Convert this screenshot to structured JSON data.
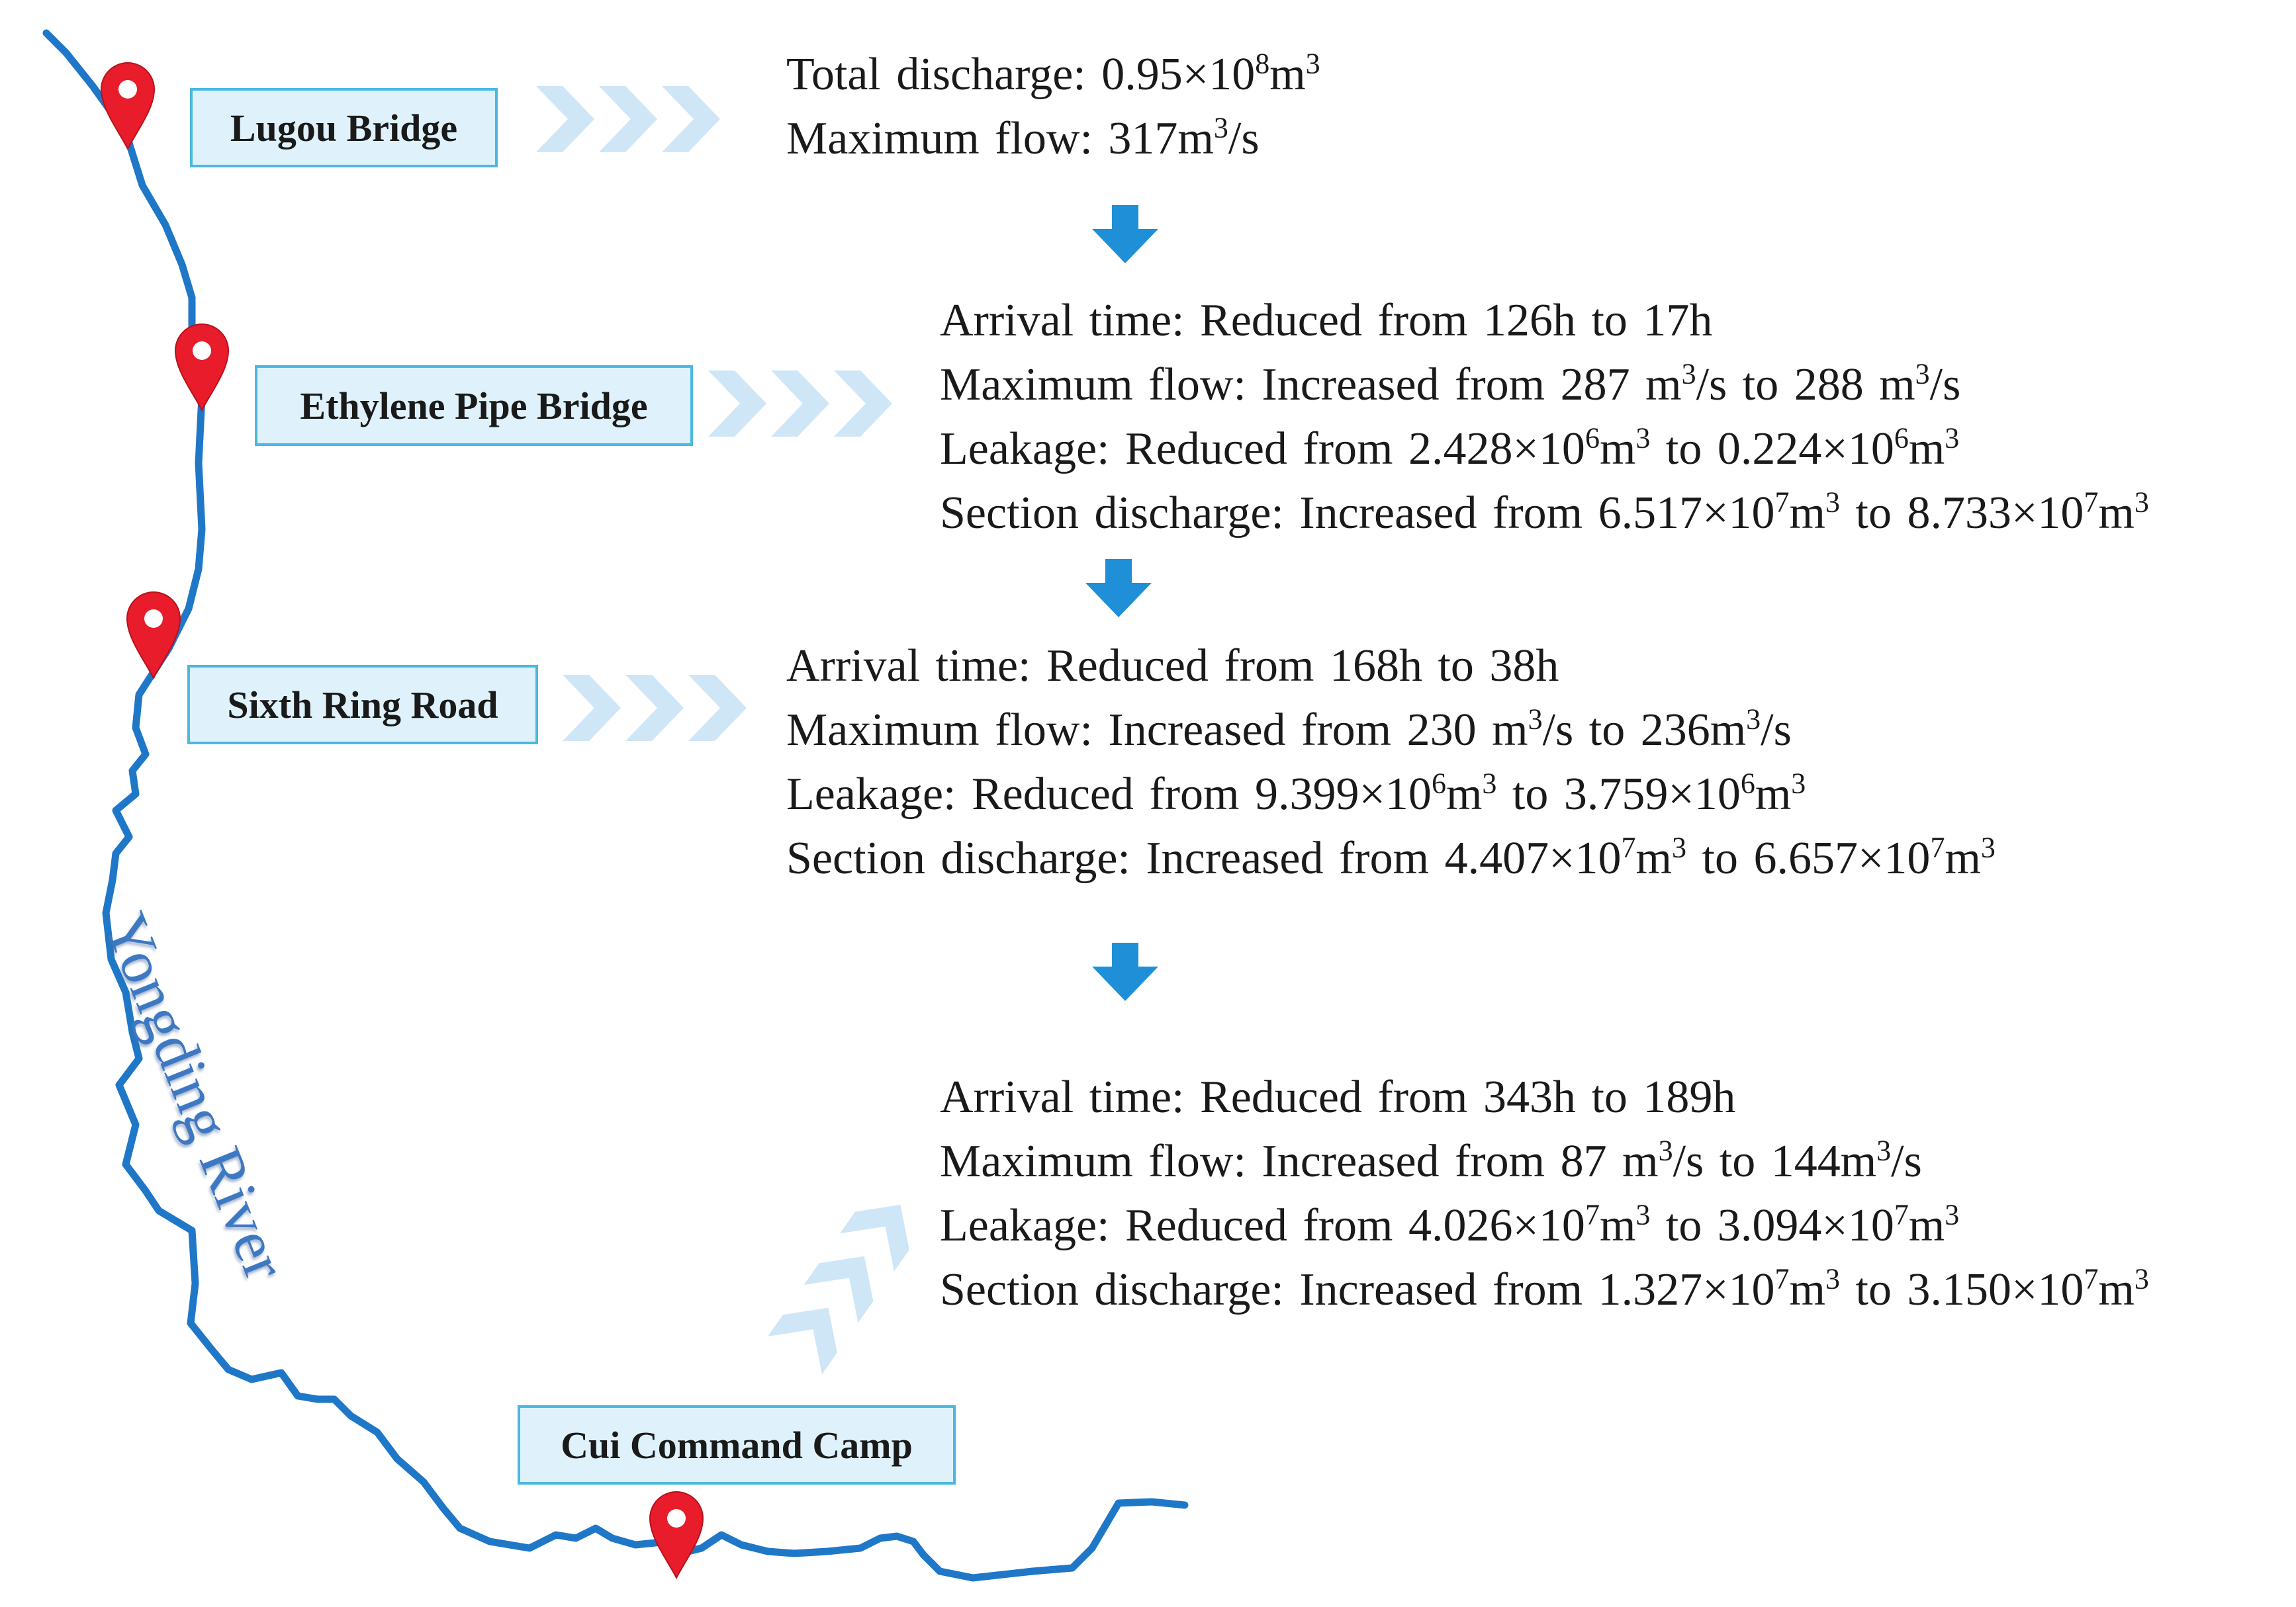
{
  "river_name": "Yongding River",
  "colors": {
    "river": "#1f77c8",
    "marker": "#e81c2a",
    "label_bg": "#dff2fb",
    "label_border": "#4bb8e0",
    "flow_arrow": "#1f8fd8",
    "chevron": "#cfe6f7"
  },
  "icons": {
    "location": "map-pin-icon",
    "step": "down-arrow-icon",
    "pointer": "chevron-right-icon"
  },
  "stations": [
    {
      "name": "Lugou Bridge",
      "lines": [
        [
          "Total discharge:  0.95×10",
          "8",
          "m",
          "3"
        ],
        [
          "Maximum  flow:  317m",
          "3",
          "/s"
        ]
      ]
    },
    {
      "name": "Ethylene Pipe Bridge",
      "lines": [
        [
          "Arrival time: Reduced from 126h to 17h"
        ],
        [
          "Maximum  flow: Increased from 287 m",
          "3",
          "/s to 288 m",
          "3",
          "/s"
        ],
        [
          "Leakage:  Reduced  from  2.428×10",
          "6",
          "m",
          "3",
          "  to 0.224×10",
          "6",
          "m",
          "3"
        ],
        [
          "Section  discharge:  Increased  from  6.517×10",
          "7",
          "m",
          "3",
          "  to  8.733×10",
          "7",
          "m",
          "3"
        ]
      ]
    },
    {
      "name": "Sixth Ring Road",
      "lines": [
        [
          "Arrival time: Reduced from 168h to 38h"
        ],
        [
          "Maximum  flow: Increased  from 230 m",
          "3",
          "/s to 236m",
          "3",
          "/s"
        ],
        [
          "Leakage:  Reduced  from  9.399×10",
          "6",
          "m",
          "3",
          "  to 3.759×10",
          "6",
          "m",
          "3"
        ],
        [
          "Section  discharge:  Increased  from  4.407×10",
          "7",
          "m",
          "3",
          "  to  6.657×10",
          "7",
          "m",
          "3"
        ]
      ]
    },
    {
      "name": "Cui Command Camp",
      "lines": [
        [
          "Arrival time: Reduced from 343h to 189h"
        ],
        [
          "Maximum  flow: Increased from 87 m",
          "3",
          "/s to 144m",
          "3",
          "/s"
        ],
        [
          "Leakage:  Reduced  from  4.026×10",
          "7",
          "m",
          "3",
          "  to 3.094×10",
          "7",
          "m",
          "3"
        ],
        [
          "Section  discharge:  Increased  from  1.327×10",
          "7",
          "m",
          "3",
          "  to  3.150×10",
          "7",
          "m",
          "3"
        ]
      ]
    }
  ]
}
